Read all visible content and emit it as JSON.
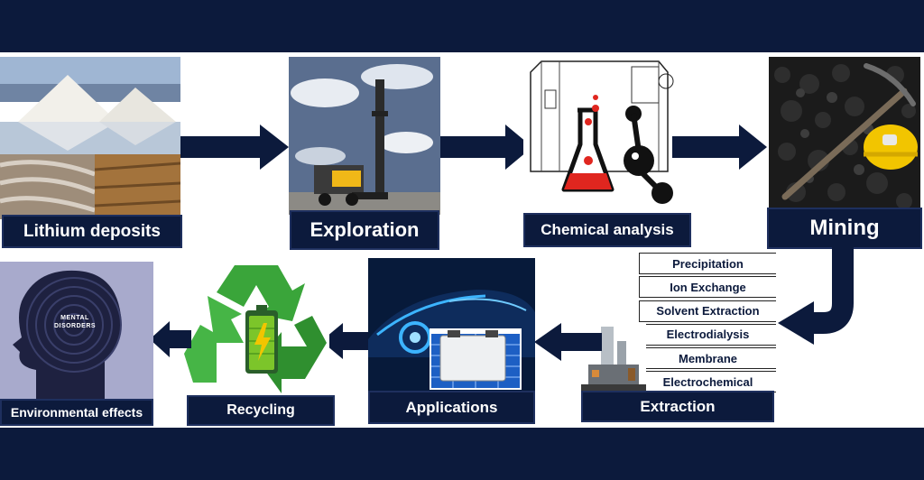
{
  "stages": {
    "lithium_deposits": "Lithium deposits",
    "exploration": "Exploration",
    "chemical_analysis": "Chemical analysis",
    "mining": "Mining",
    "extraction": "Extraction",
    "applications": "Applications",
    "recycling": "Recycling",
    "environmental_effects": "Environmental effects"
  },
  "extraction_methods": [
    "Precipitation",
    "Ion Exchange",
    "Solvent Extraction",
    "Electrodialysis",
    "Membrane",
    "Electrochemical"
  ],
  "head_text": "MENTAL\nDISORDERS",
  "colors": {
    "navy": "#0c1a3c",
    "recycle_green": "#3aa53a",
    "battery_green": "#7cc52a",
    "helmet_yellow": "#f2c500",
    "flask_red": "#e0261f"
  }
}
